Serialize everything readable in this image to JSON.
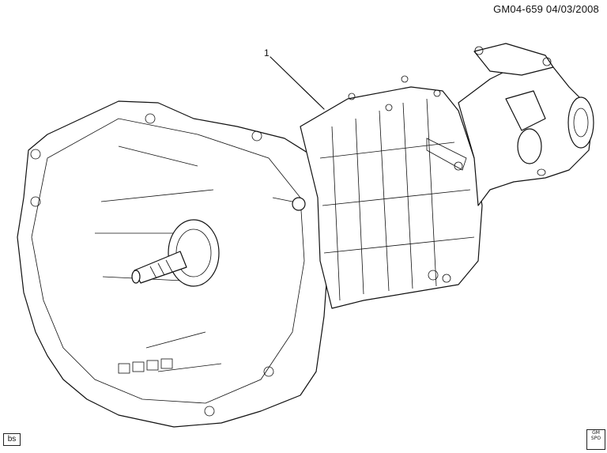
{
  "header": {
    "ref_code": "GM04-659  04/03/2008"
  },
  "callouts": [
    {
      "label": "1"
    }
  ],
  "footer": {
    "badge": "bs",
    "logo_top": "GM",
    "logo_bottom": "SPO"
  }
}
